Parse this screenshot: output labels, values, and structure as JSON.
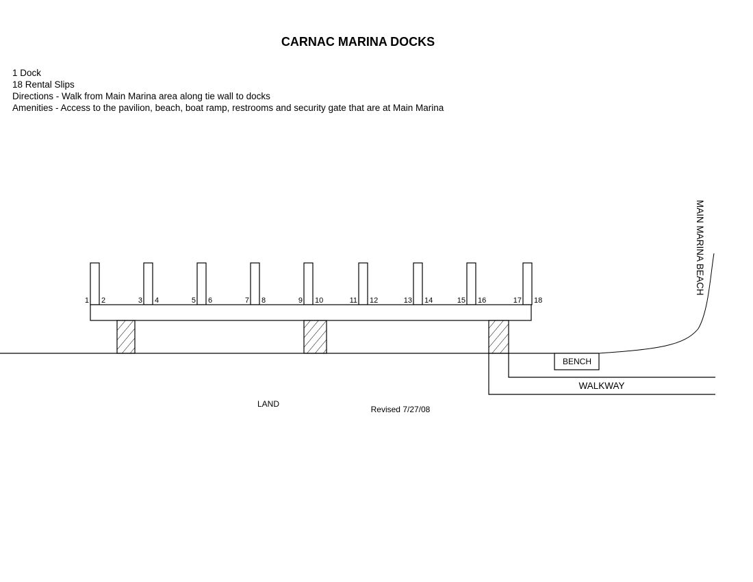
{
  "title": "CARNAC MARINA DOCKS",
  "info": [
    "1 Dock",
    "18  Rental Slips",
    "Directions - Walk from Main Marina area along tie wall to docks",
    "Amenities - Access to the pavilion, beach, boat ramp, restrooms and security gate that are at Main Marina"
  ],
  "slips": [
    "1",
    "2",
    "3",
    "4",
    "5",
    "6",
    "7",
    "8",
    "9",
    "10",
    "11",
    "12",
    "13",
    "14",
    "15",
    "16",
    "17",
    "18"
  ],
  "labels": {
    "bench": "BENCH",
    "walkway": "WALKWAY",
    "beach": "MAIN MARINA BEACH",
    "land": "LAND",
    "revised": "Revised 7/27/08"
  }
}
